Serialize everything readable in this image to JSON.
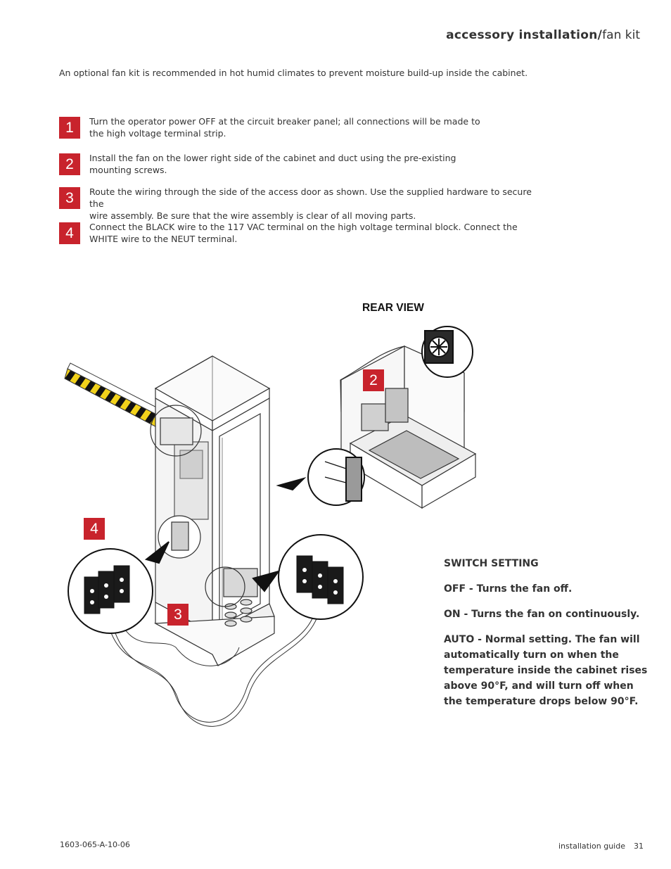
{
  "header": {
    "section": "accessory installation/",
    "topic": "fan kit"
  },
  "intro": "An optional fan kit is recommended in hot humid climates to prevent moisture build-up inside the cabinet.",
  "steps": [
    {
      "num": "1",
      "line1": "Turn the operator power OFF at the circuit breaker panel; all connections will be made to",
      "line2": "the high voltage terminal strip."
    },
    {
      "num": "2",
      "line1": "Install the fan on the lower right side of the cabinet and duct using the pre-existing",
      "line2": "mounting screws."
    },
    {
      "num": "3",
      "line1": "Route the wiring through the side of the access door as shown.  Use the supplied hardware to secure the",
      "line2": "wire assembly.  Be sure that the wire assembly is clear of all moving parts."
    },
    {
      "num": "4",
      "line1": "Connect the BLACK wire to the 117 VAC terminal on the high voltage terminal block.  Connect the",
      "line2": "WHITE wire to the NEUT terminal."
    }
  ],
  "illustration": {
    "rear_view_label": "REAR VIEW",
    "callouts": [
      "2",
      "4",
      "3"
    ]
  },
  "switch_setting": {
    "title": "SWITCH SETTING",
    "off": "OFF - Turns the fan off.",
    "on": "ON - Turns the fan on continuously.",
    "auto": "AUTO - Normal setting.  The fan will automatically turn on when the temperature inside the cabinet rises above 90°F, and will turn off when the temperature drops below 90°F."
  },
  "footer": {
    "doc_id": "1603-065-A-10-06",
    "guide": "installation guide",
    "page": "31"
  },
  "colors": {
    "accent_red": "#c8232c",
    "text": "#333333"
  }
}
